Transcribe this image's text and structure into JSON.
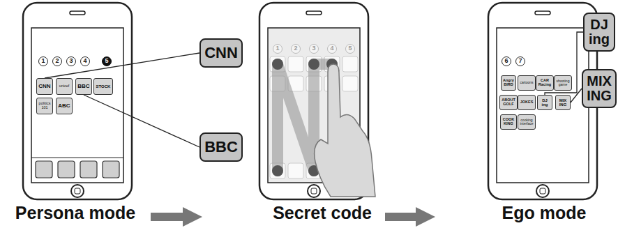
{
  "diagram": {
    "nodes": [
      {
        "text": [
          "1"
        ]
      },
      {
        "text": [
          "2"
        ]
      },
      {
        "text": [
          "3"
        ]
      },
      {
        "text": [
          "4"
        ]
      },
      {
        "text": [
          "5"
        ]
      },
      {
        "text": [
          "CNN"
        ]
      },
      {
        "text": [
          "unicef"
        ]
      },
      {
        "text": [
          "BBC"
        ]
      },
      {
        "text": [
          "STOCK"
        ]
      },
      {
        "text": [
          "politics 101"
        ]
      },
      {
        "text": [
          "ABC"
        ]
      },
      {
        "text": [
          "CNN"
        ]
      },
      {
        "text": [
          "BBC"
        ]
      },
      {
        "text": [
          "1"
        ]
      },
      {
        "text": [
          "2"
        ]
      },
      {
        "text": [
          "3"
        ]
      },
      {
        "text": [
          "4"
        ]
      },
      {
        "text": [
          "5"
        ]
      },
      {
        "text": [
          "6"
        ]
      },
      {
        "text": [
          "7"
        ]
      },
      {
        "text": [
          "Angry BIRD"
        ]
      },
      {
        "text": [
          "cartoons"
        ]
      },
      {
        "text": [
          "CAR Racing"
        ]
      },
      {
        "text": [
          "shooting game"
        ]
      },
      {
        "text": [
          "ABOUT GOLF"
        ]
      },
      {
        "text": [
          "JOKES"
        ]
      },
      {
        "text": [
          "DJ ing"
        ]
      },
      {
        "text": [
          "MIX ING"
        ]
      },
      {
        "text": [
          "COOK KING"
        ]
      },
      {
        "text": [
          "cooking interface"
        ]
      },
      {
        "text": [
          "DJ ing"
        ]
      },
      {
        "text": [
          "MIX ING"
        ]
      }
    ],
    "edges": [
      {
        "from": 5,
        "to": 11,
        "arrow": "none"
      },
      {
        "from": 7,
        "to": 12,
        "arrow": "none"
      },
      {
        "from": 26,
        "to": 30,
        "arrow": "none"
      },
      {
        "from": 27,
        "to": 31,
        "arrow": "none"
      }
    ],
    "labels": [
      "Persona mode",
      "Secret code",
      "Ego mode"
    ]
  }
}
